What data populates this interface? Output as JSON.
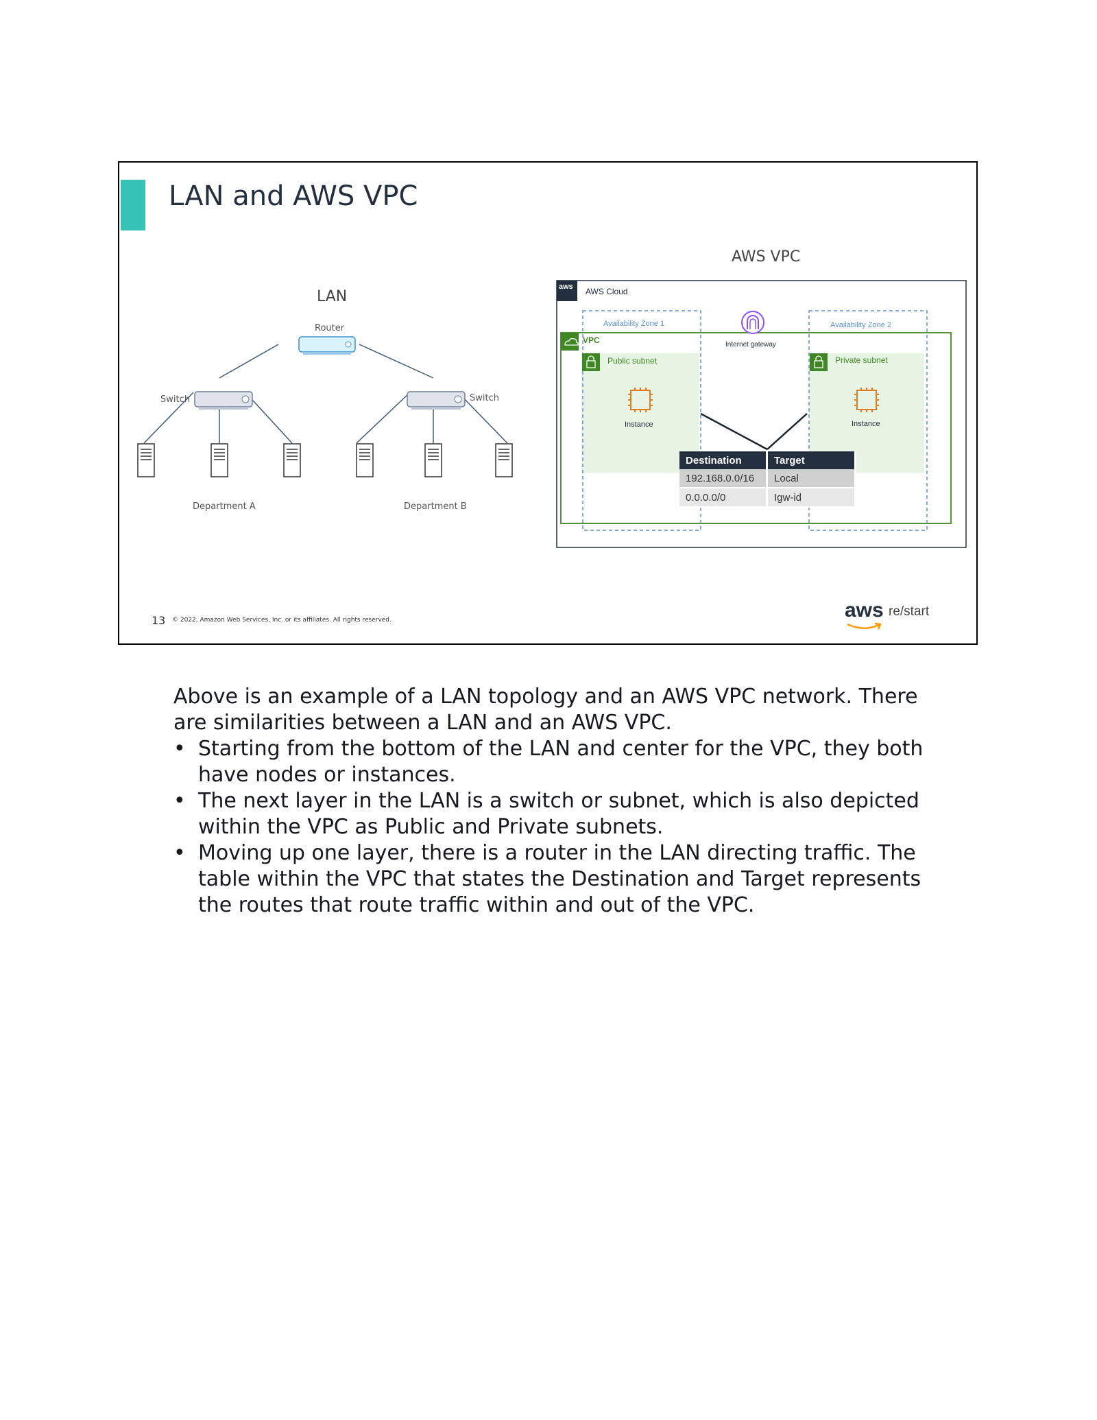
{
  "slide": {
    "title": "LAN and AWS VPC",
    "page_number": "13",
    "copyright": "© 2022, Amazon Web Services, Inc. or its affiliates. All rights reserved.",
    "brand_logo": "aws",
    "brand_suffix": "re/start",
    "accent_color": "#35c1b4"
  },
  "lan": {
    "label": "LAN",
    "router_label": "Router",
    "switch_left_label": "Switch",
    "switch_right_label": "Switch",
    "dept_a_label": "Department A",
    "dept_b_label": "Department B"
  },
  "vpc": {
    "label": "AWS VPC",
    "cloud_label": "AWS Cloud",
    "cloud_badge": "aws",
    "vpc_tag": "VPC",
    "az1_label": "Availability Zone 1",
    "az2_label": "Availability Zone 2",
    "igw_label": "Internet gateway",
    "public_subnet_label": "Public subnet",
    "private_subnet_label": "Private subnet",
    "instance_left_label": "Instance",
    "instance_right_label": "Instance",
    "route_table": {
      "headers": [
        "Destination",
        "Target"
      ],
      "rows": [
        [
          "192.168.0.0/16",
          "Local"
        ],
        [
          "0.0.0.0/0",
          "Igw-id"
        ]
      ]
    }
  },
  "notes": {
    "intro": "Above is an example of a LAN topology and an AWS VPC network. There are similarities between a LAN and an AWS VPC.",
    "bullet_char": "•",
    "bullets": [
      "Starting from the bottom of the LAN and center for the VPC, they both have nodes or instances.",
      "The next layer in the LAN is a switch or subnet, which is also depicted within the VPC as Public and Private subnets.",
      "Moving up one layer, there is a router in the LAN directing traffic. The table within the VPC that states the Destination and Target represents the routes that route traffic within and out of the VPC."
    ]
  }
}
